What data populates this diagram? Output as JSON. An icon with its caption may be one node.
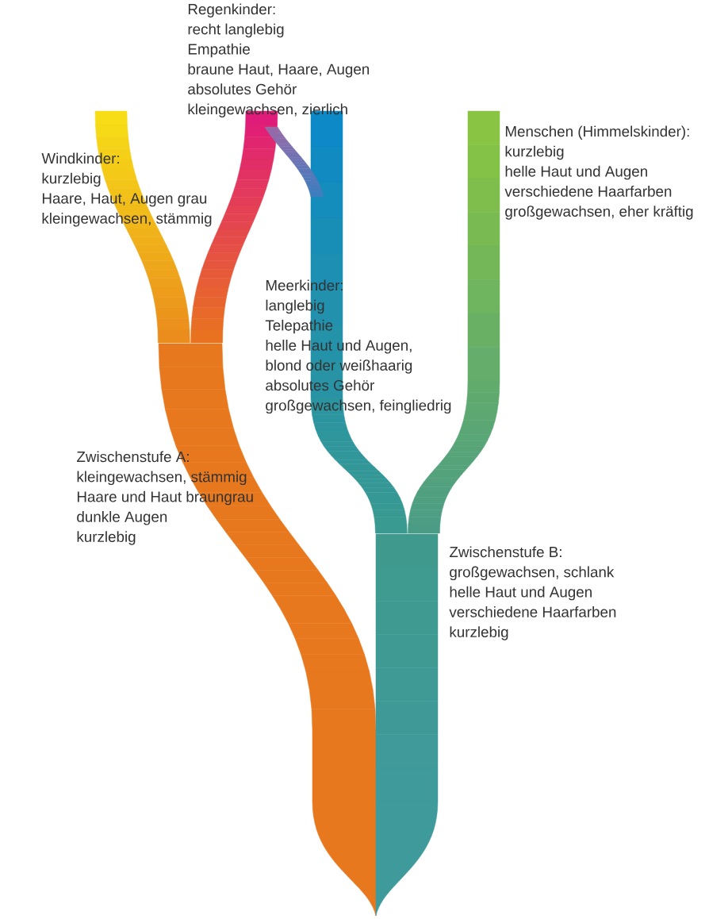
{
  "diagram": {
    "nodes": [
      {
        "text": [
          "Regenkinder:",
          "recht langlebig",
          "Empathie",
          "braune Haut, Haare, Augen",
          "absolutes Gehör",
          "kleingewachsen, zierlich"
        ]
      },
      {
        "text": [
          "Windkinder:",
          "kurzlebig",
          "Haare, Haut, Augen grau",
          "kleingewachsen, stämmig"
        ]
      },
      {
        "text": [
          "Meerkinder:",
          "langlebig",
          "Telepathie",
          "helle Haut und Augen,",
          "blond oder weißhaarig",
          "absolutes Gehör",
          "großgewachsen, feingliedrig"
        ]
      },
      {
        "text": [
          "Menschen (Himmelskinder):",
          "kurzlebig",
          "helle Haut und Augen",
          "verschiedene Haarfarben",
          "großgewachsen, eher kräftig"
        ]
      },
      {
        "text": [
          "Zwischenstufe A:",
          "kleingewachsen, stämmig",
          "Haare und Haut braungrau",
          "dunkle Augen",
          "kurzlebig"
        ]
      },
      {
        "text": [
          "Zwischenstufe B:",
          "großgewachsen, schlank",
          "helle Haut und Augen",
          "verschiedene Haarfarben",
          "kurzlebig"
        ]
      }
    ]
  }
}
